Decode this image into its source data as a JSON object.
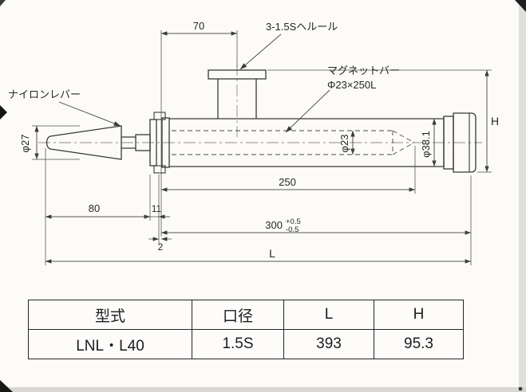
{
  "drawing": {
    "callouts": {
      "ferrule": "3-1.5Sヘルール",
      "magnet_bar_line1": "マグネットバー",
      "magnet_bar_line2": "Φ23×250L",
      "nylon_lever": "ナイロンレバー"
    },
    "dimensions": {
      "top_offset": "70",
      "handle_dia": "φ27",
      "bar_dia": "φ23",
      "tube_dia": "φ38.1",
      "overall_height": "H",
      "bar_length": "250",
      "handle_length": "80",
      "clamp_width": "11",
      "body_length": "300",
      "tol_upper": "+0.5",
      "tol_lower": "-0.5",
      "gasket": "2",
      "overall_length": "L"
    }
  },
  "table": {
    "headers": [
      "型式",
      "口径",
      "L",
      "H"
    ],
    "rows": [
      [
        "LNL・L40",
        "1.5S",
        "393",
        "95.3"
      ]
    ]
  }
}
